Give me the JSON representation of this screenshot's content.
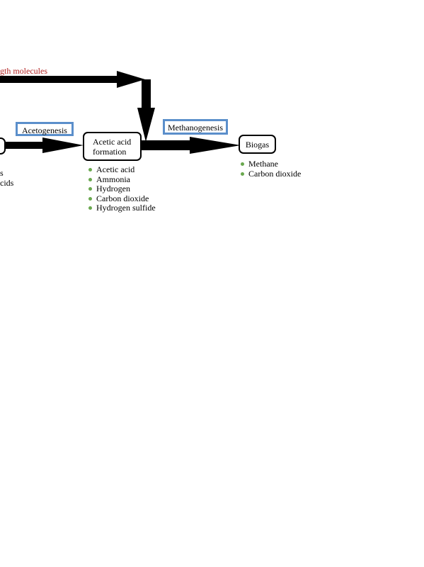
{
  "top_flow": {
    "note_text": "gth molecules"
  },
  "left_partial": {
    "list_items": [
      "s",
      "cids"
    ]
  },
  "stages": {
    "acetogenesis_label": "Acetogenesis",
    "methanogenesis_label": "Methanogenesis"
  },
  "nodes": {
    "acetic_acid_formation": {
      "line1": "Acetic acid",
      "line2": "formation"
    },
    "biogas": {
      "label": "Biogas"
    }
  },
  "products": {
    "acetic_acid_formation": [
      "Acetic acid",
      "Ammonia",
      "Hydrogen",
      "Carbon dioxide",
      "Hydrogen sulfide"
    ],
    "biogas": [
      "Methane",
      "Carbon dioxide"
    ]
  },
  "colors": {
    "stage_box_border": "#5b8fcb",
    "bullet": "#6aa84f",
    "note_text": "#b22222",
    "arrow": "#000000"
  }
}
